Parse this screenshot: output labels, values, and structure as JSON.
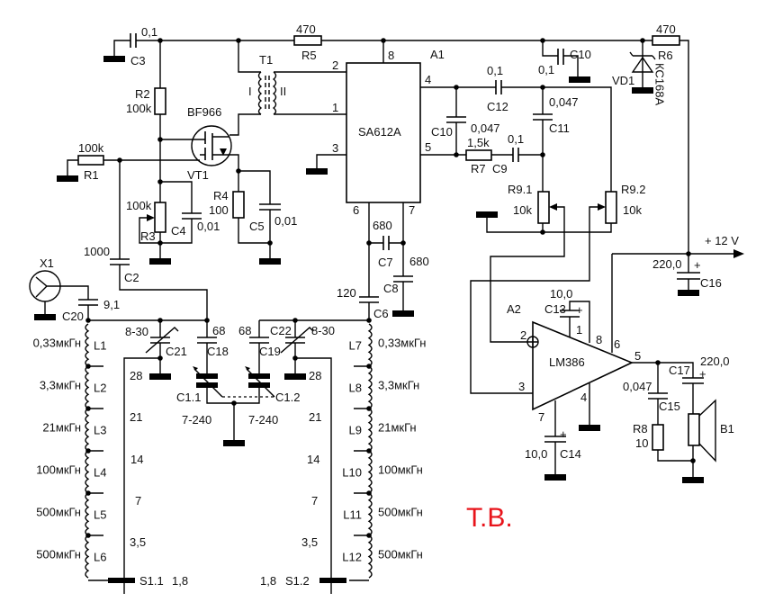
{
  "mark": "Т.В.",
  "supply": {
    "label": "+ 12 V"
  },
  "a1": {
    "ref": "A1",
    "name": "SA612A",
    "pin1": "1",
    "pin2": "2",
    "pin3": "3",
    "pin4": "4",
    "pin5": "5",
    "pin6": "6",
    "pin7": "7",
    "pin8": "8"
  },
  "a2": {
    "ref": "A2",
    "name": "LM386",
    "pin1": "1",
    "pin2": "2",
    "pin3": "3",
    "pin4": "4",
    "pin5": "5",
    "pin6": "6",
    "pin7": "7",
    "pin8": "8"
  },
  "vt1": {
    "ref": "VT1",
    "name": "BF966"
  },
  "t1": {
    "ref": "T1",
    "w1": "I",
    "w2": "II"
  },
  "x1": {
    "ref": "X1"
  },
  "b1": {
    "ref": "B1"
  },
  "vd1": {
    "ref": "VD1",
    "name": "КС168А"
  },
  "r1": {
    "ref": "R1",
    "value": "100k"
  },
  "r2": {
    "ref": "R2",
    "value": "100k"
  },
  "r3": {
    "ref": "R3",
    "value": "100k"
  },
  "r4": {
    "ref": "R4",
    "value": "100"
  },
  "r5": {
    "ref": "R5",
    "value": "470"
  },
  "r6": {
    "ref": "R6",
    "value": "470"
  },
  "r7": {
    "ref": "R7",
    "value": "1,5k"
  },
  "r8": {
    "ref": "R8",
    "value": "10"
  },
  "r91": {
    "ref": "R9.1",
    "value": "10k"
  },
  "r92": {
    "ref": "R9.2",
    "value": "10k"
  },
  "c1_1": {
    "ref": "C1.1",
    "value": "7-240"
  },
  "c1_2": {
    "ref": "C1.2",
    "value": "7-240"
  },
  "c2": {
    "ref": "C2",
    "value": "1000"
  },
  "c3": {
    "ref": "C3",
    "value": "0,1"
  },
  "c4": {
    "ref": "C4",
    "value": "0,01"
  },
  "c5": {
    "ref": "C5",
    "value": "0,01"
  },
  "c6": {
    "ref": "C6",
    "value": "120"
  },
  "c7": {
    "ref": "C7",
    "value": "680"
  },
  "c8": {
    "ref": "C8",
    "value": "680"
  },
  "c9": {
    "ref": "C9",
    "value": "0,1"
  },
  "c10a": {
    "ref": "C10",
    "value": "0,1"
  },
  "c10b": {
    "ref": "C10",
    "value": "0,047"
  },
  "c11": {
    "ref": "C11",
    "value": "0,047"
  },
  "c12": {
    "ref": "C12",
    "value": "0,1"
  },
  "c13": {
    "ref": "C13",
    "value": "10,0",
    "pol": "+"
  },
  "c14": {
    "ref": "C14",
    "value": "10,0",
    "pol": "+"
  },
  "c15": {
    "ref": "C15",
    "value": "0,047"
  },
  "c16": {
    "ref": "C16",
    "value": "220,0",
    "pol": "+"
  },
  "c17": {
    "ref": "C17",
    "value": "220,0",
    "pol": "+"
  },
  "c18": {
    "ref": "C18",
    "value": "68"
  },
  "c19": {
    "ref": "C19",
    "value": "68"
  },
  "c20": {
    "ref": "C20",
    "value": "9,1"
  },
  "c21": {
    "ref": "C21",
    "value": "8-30"
  },
  "c22": {
    "ref": "C22",
    "value": "8-30"
  },
  "coils_left": [
    {
      "ref": "L1",
      "value": "0,33мкГн"
    },
    {
      "ref": "L2",
      "value": "3,3мкГн"
    },
    {
      "ref": "L3",
      "value": "21мкГн"
    },
    {
      "ref": "L4",
      "value": "100мкГн"
    },
    {
      "ref": "L5",
      "value": "500мкГн"
    },
    {
      "ref": "L6",
      "value": "500мкГн"
    }
  ],
  "coils_right": [
    {
      "ref": "L7",
      "value": "0,33мкГн"
    },
    {
      "ref": "L8",
      "value": "3,3мкГн"
    },
    {
      "ref": "L9",
      "value": "21мкГн"
    },
    {
      "ref": "L10",
      "value": "100мкГн"
    },
    {
      "ref": "L11",
      "value": "500мкГн"
    },
    {
      "ref": "L12",
      "value": "500мкГн"
    }
  ],
  "switch": {
    "s1_1": "S1.1",
    "s1_2": "S1.2",
    "bands": [
      "28",
      "21",
      "14",
      "7",
      "3,5",
      "1,8"
    ]
  }
}
